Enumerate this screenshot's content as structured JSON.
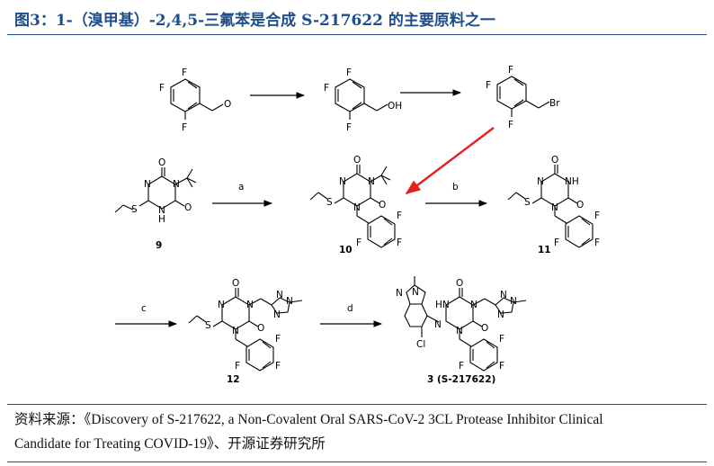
{
  "title": "图3：1-（溴甲基）-2,4,5-三氟苯是合成 S-217622 的主要原料之一",
  "scheme": {
    "atoms": {
      "F": "F",
      "O": "O",
      "OH": "OH",
      "Br": "Br",
      "S": "S",
      "N": "N",
      "NH": "NH",
      "HN": "HN",
      "H": "H",
      "Cl": "Cl"
    },
    "reagents": {
      "a": "a",
      "b": "b",
      "c": "c",
      "d": "d"
    },
    "compounds": {
      "c9": "9",
      "c10": "10",
      "c11": "11",
      "c12": "12",
      "c3": "3 (S-217622)"
    },
    "colors": {
      "highlight_arrow": "#e81f1f",
      "title": "#1f4e8c"
    }
  },
  "source": {
    "line1": "资料来源：《Discovery of S-217622, a Non-Covalent Oral SARS-CoV-2 3CL Protease Inhibitor Clinical",
    "line2": "Candidate for Treating COVID-19》、开源证券研究所"
  }
}
